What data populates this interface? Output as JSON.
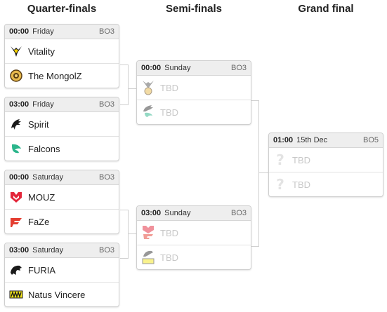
{
  "rounds": {
    "quarter": "Quarter-finals",
    "semi": "Semi-finals",
    "final": "Grand final"
  },
  "qf1": {
    "time": "00:00",
    "day": "Friday",
    "format": "BO3",
    "team1": "Vitality",
    "team2": "The MongolZ"
  },
  "qf2": {
    "time": "03:00",
    "day": "Friday",
    "format": "BO3",
    "team1": "Spirit",
    "team2": "Falcons"
  },
  "qf3": {
    "time": "00:00",
    "day": "Saturday",
    "format": "BO3",
    "team1": "MOUZ",
    "team2": "FaZe"
  },
  "qf4": {
    "time": "03:00",
    "day": "Saturday",
    "format": "BO3",
    "team1": "FURIA",
    "team2": "Natus Vincere"
  },
  "sf1": {
    "time": "00:00",
    "day": "Sunday",
    "format": "BO3",
    "team1": "TBD",
    "team2": "TBD"
  },
  "sf2": {
    "time": "03:00",
    "day": "Sunday",
    "format": "BO3",
    "team1": "TBD",
    "team2": "TBD"
  },
  "final": {
    "time": "01:00",
    "day": "15th Dec",
    "format": "BO5",
    "team1": "TBD",
    "team2": "TBD"
  },
  "icons": {
    "vitality": "vitality-wasp-logo",
    "mongolz": "mongolz-logo",
    "spirit": "spirit-dragon-logo",
    "falcons": "falcons-logo",
    "mouz": "mouz-logo",
    "faze": "faze-logo",
    "furia": "furia-panther-logo",
    "navi": "navi-logo",
    "unknown": "question-mark-icon"
  },
  "colors": {
    "header_bg": "#eeeeee",
    "tbd_text": "#c8c8c8",
    "mouz_red": "#e3263a",
    "faze_red": "#e43d30",
    "falcons_green": "#2bb58b",
    "navi_yellow": "#f5e61b"
  }
}
